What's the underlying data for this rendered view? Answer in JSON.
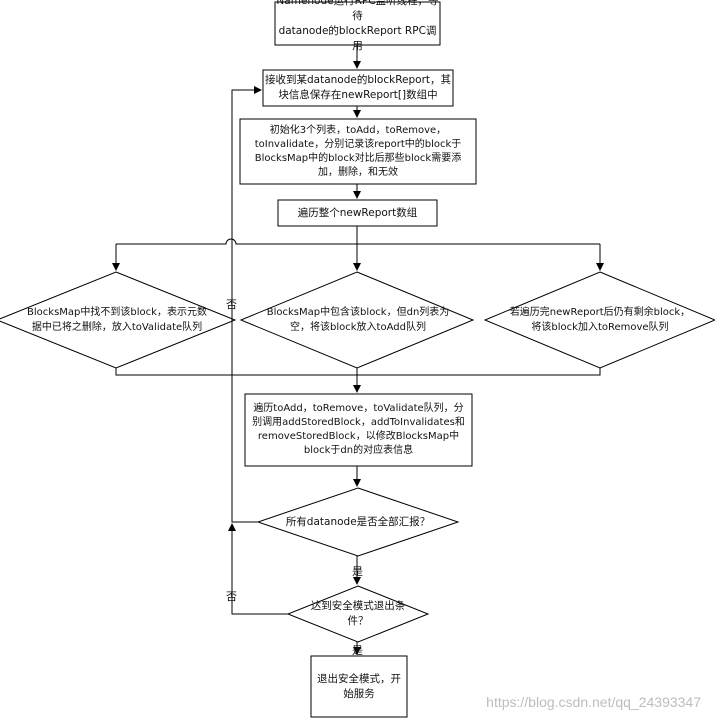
{
  "nodes": {
    "rpc_listen": "Namenode运行RPC监听线程，等待\ndatanode的blockReport RPC调用",
    "receive_report": "接收到某datanode的blockReport，其\n块信息保存在newReport[]数组中",
    "init_lists": "初始化3个列表，toAdd，toRemove，\ntoInvalidate，分别记录该report中的block于\nBlocksMap中的block对比后那些block需要添\n加，删除，和无效",
    "traverse_report": "遍历整个newReport数组",
    "decision_not_found": "BlocksMap中找不到该block，表示元数\n据中已将之删除，放入toValidate队列",
    "decision_dn_empty": "BlocksMap中包含该block，但dn列表为\n空，将该block放入toAdd队列",
    "decision_remaining": "若遍历完newReport后仍有剩余block，\n将该block加入toRemove队列",
    "process_queues": "遍历toAdd，toRemove，toValidate队列，分\n别调用addStoredBlock，addToInvalidates和\nremoveStoredBlock，以修改BlocksMap中\nblock于dn的对应表信息",
    "all_reported": "所有datanode是否全部汇报？",
    "safe_mode_condition": "达到安全模式退出条\n件？",
    "exit_safe_mode": "退出安全模式，开\n始服务"
  },
  "labels": {
    "no_1": "否",
    "no_2": "否",
    "yes_1": "是",
    "yes_2": "是"
  },
  "watermark": "https://blog.csdn.net/qq_24393347",
  "colors": {
    "stroke": "#000000",
    "fill": "#ffffff",
    "text": "#111111",
    "watermark": "#bdbdbd"
  }
}
